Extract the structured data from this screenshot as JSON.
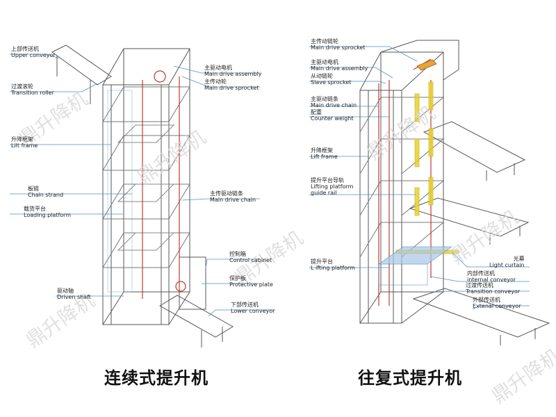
{
  "left": {
    "caption": "连续式提升机",
    "labels": {
      "upper_conveyor": {
        "cn": "上部传送机",
        "en": "Upper conveyor"
      },
      "transition_roller": {
        "cn": "过渡滚轮",
        "en": "Transition roller"
      },
      "lift_frame": {
        "cn": "升降框架",
        "en": "Lilt frame"
      },
      "chain_strand": {
        "cn": "板链",
        "en": "Chain strand"
      },
      "loading_platform": {
        "cn": "载货平台",
        "en": "Loading platform"
      },
      "driven_shaft": {
        "cn": "驱动轴",
        "en": "Driven shaft"
      },
      "main_drive_assembly": {
        "cn": "主驱动电机",
        "en": "Main drive assembly"
      },
      "main_drive_sprocket": {
        "cn": "主传动轮",
        "en": "Main drive sprocket"
      },
      "main_drive_chain": {
        "cn": "主传驱动链条",
        "en": "Main drive chain"
      },
      "control_cabinet": {
        "cn": "控制箱",
        "en": "Control cabinet"
      },
      "protective_plate": {
        "cn": "保护板",
        "en": "Protective plate"
      },
      "lower_conveyor": {
        "cn": "下部传送机",
        "en": "Lower conveyor"
      }
    }
  },
  "right": {
    "caption": "往复式提升机",
    "labels": {
      "main_drive_sprocket": {
        "cn": "主传动链轮",
        "en": "Main drive sprocket"
      },
      "main_drive_assembly": {
        "cn": "主驱动电机",
        "en": "Main drive assembly"
      },
      "slave_sprocket": {
        "cn": "从动链轮",
        "en": "Slave sprocket"
      },
      "main_drive_chain": {
        "cn": "主驱动链条",
        "en": "Main drive chain"
      },
      "counter_weight": {
        "cn": "配重",
        "en": "Counter weight"
      },
      "lift_frame": {
        "cn": "升降框架",
        "en": "Lift frame"
      },
      "guide_rail": {
        "cn": "提升平台导轨",
        "en": "Lifting platform",
        "en2": "guide rail"
      },
      "lifting_platform": {
        "cn": "提升平台",
        "en": "L ifting platform"
      },
      "light_curtain": {
        "cn": "光幕",
        "en": "Light curtain"
      },
      "internal_conveyor": {
        "cn": "内部传送机",
        "en": "internal conveyor"
      },
      "transition_conveyor": {
        "cn": "过渡传送机",
        "en": "Transition conveyor"
      },
      "external_conveyor": {
        "cn": "外部传送机",
        "en": "Extenal conveyor"
      }
    }
  },
  "watermark": "鼎升降机",
  "colors": {
    "line": "#4a90c8",
    "frame": "#555555",
    "chain": "#c0392b",
    "yellow": "#e8d22a",
    "platform": "#a9c7e8"
  }
}
